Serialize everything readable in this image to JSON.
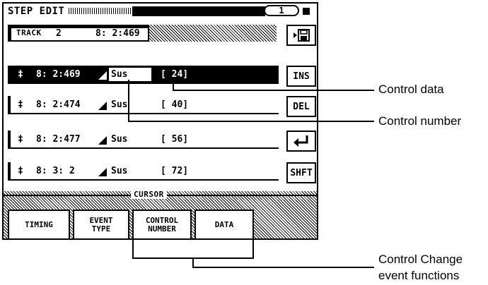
{
  "screen": {
    "title": "STEP EDIT",
    "page_indicator": "1"
  },
  "track": {
    "label": "TRACK",
    "number": "2",
    "position": "8: 2:469"
  },
  "side_buttons": {
    "save_icon": "floppy-disk-icon",
    "ins": "INS",
    "del": "DEL",
    "enter_icon": "enter-arrow-icon",
    "shift": "SHFT"
  },
  "events": [
    {
      "glyph": "‡",
      "position": "8: 2:469",
      "name": "Sus",
      "value": "[ 24]",
      "selected": true
    },
    {
      "glyph": "‡",
      "position": "8: 2:474",
      "name": "Sus",
      "value": "[ 40]",
      "selected": false
    },
    {
      "glyph": "‡",
      "position": "8: 2:477",
      "name": "Sus",
      "value": "[ 56]",
      "selected": false
    },
    {
      "glyph": "‡",
      "position": "8: 3:  2",
      "name": "Sus",
      "value": "[ 72]",
      "selected": false
    }
  ],
  "cursor": {
    "label": "CURSOR",
    "buttons": [
      "TIMING",
      "EVENT\nTYPE",
      "CONTROL\nNUMBER",
      "DATA"
    ]
  },
  "callouts": {
    "control_data": "Control data",
    "control_number": "Control number",
    "control_change_line1": "Control Change",
    "control_change_line2": "event functions"
  }
}
